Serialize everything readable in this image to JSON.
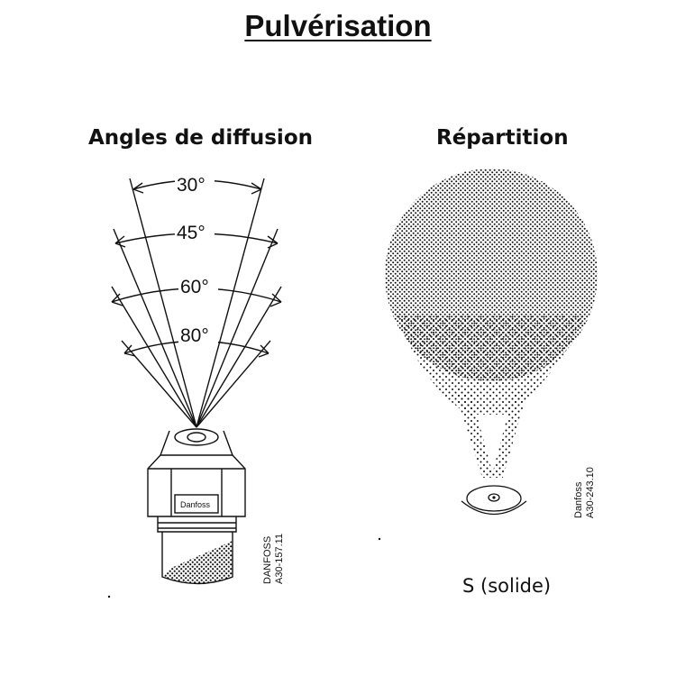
{
  "title": "Pulvérisation",
  "left_panel": {
    "heading": "Angles de diffusion",
    "angles": [
      "30°",
      "45°",
      "60°",
      "80°"
    ],
    "nozzle_brand": "Danfoss",
    "ref_line1": "DANFOSS",
    "ref_line2": "A30-157.11"
  },
  "right_panel": {
    "heading": "Répartition",
    "ref_line1": "Danfoss",
    "ref_line2": "A30-243.10",
    "caption": "S (solide)"
  }
}
